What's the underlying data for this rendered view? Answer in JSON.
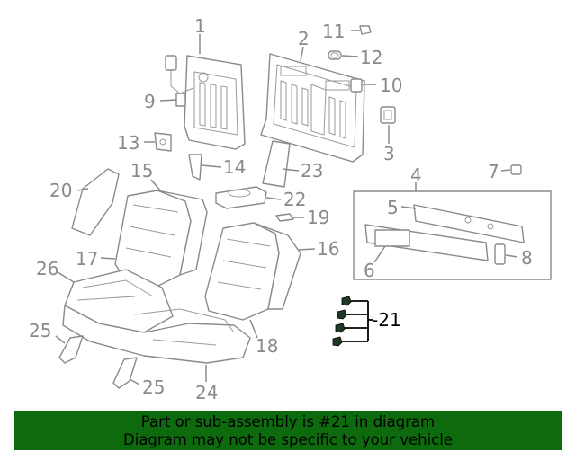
{
  "diagram": {
    "callouts": [
      {
        "id": "1",
        "label": "1"
      },
      {
        "id": "2",
        "label": "2"
      },
      {
        "id": "3",
        "label": "3"
      },
      {
        "id": "4",
        "label": "4"
      },
      {
        "id": "5",
        "label": "5"
      },
      {
        "id": "6",
        "label": "6"
      },
      {
        "id": "7",
        "label": "7"
      },
      {
        "id": "8",
        "label": "8"
      },
      {
        "id": "9",
        "label": "9"
      },
      {
        "id": "10",
        "label": "10"
      },
      {
        "id": "11",
        "label": "11"
      },
      {
        "id": "12",
        "label": "12"
      },
      {
        "id": "13",
        "label": "13"
      },
      {
        "id": "14",
        "label": "14"
      },
      {
        "id": "15",
        "label": "15"
      },
      {
        "id": "16",
        "label": "16"
      },
      {
        "id": "17",
        "label": "17"
      },
      {
        "id": "18",
        "label": "18"
      },
      {
        "id": "19",
        "label": "19"
      },
      {
        "id": "20",
        "label": "20"
      },
      {
        "id": "21",
        "label": "-21"
      },
      {
        "id": "22",
        "label": "22"
      },
      {
        "id": "23",
        "label": "23"
      },
      {
        "id": "24",
        "label": "24"
      },
      {
        "id": "25a",
        "label": "25"
      },
      {
        "id": "25b",
        "label": "25"
      },
      {
        "id": "26",
        "label": "26"
      }
    ],
    "highlighted_part": "21",
    "colors": {
      "line": "#8a8a8a",
      "highlight": "#000000",
      "banner": "#0d6a0d"
    }
  },
  "notice": {
    "line1": "Part or sub-assembly is #21 in diagram",
    "line2": "Diagram may not be specific to your vehicle"
  }
}
